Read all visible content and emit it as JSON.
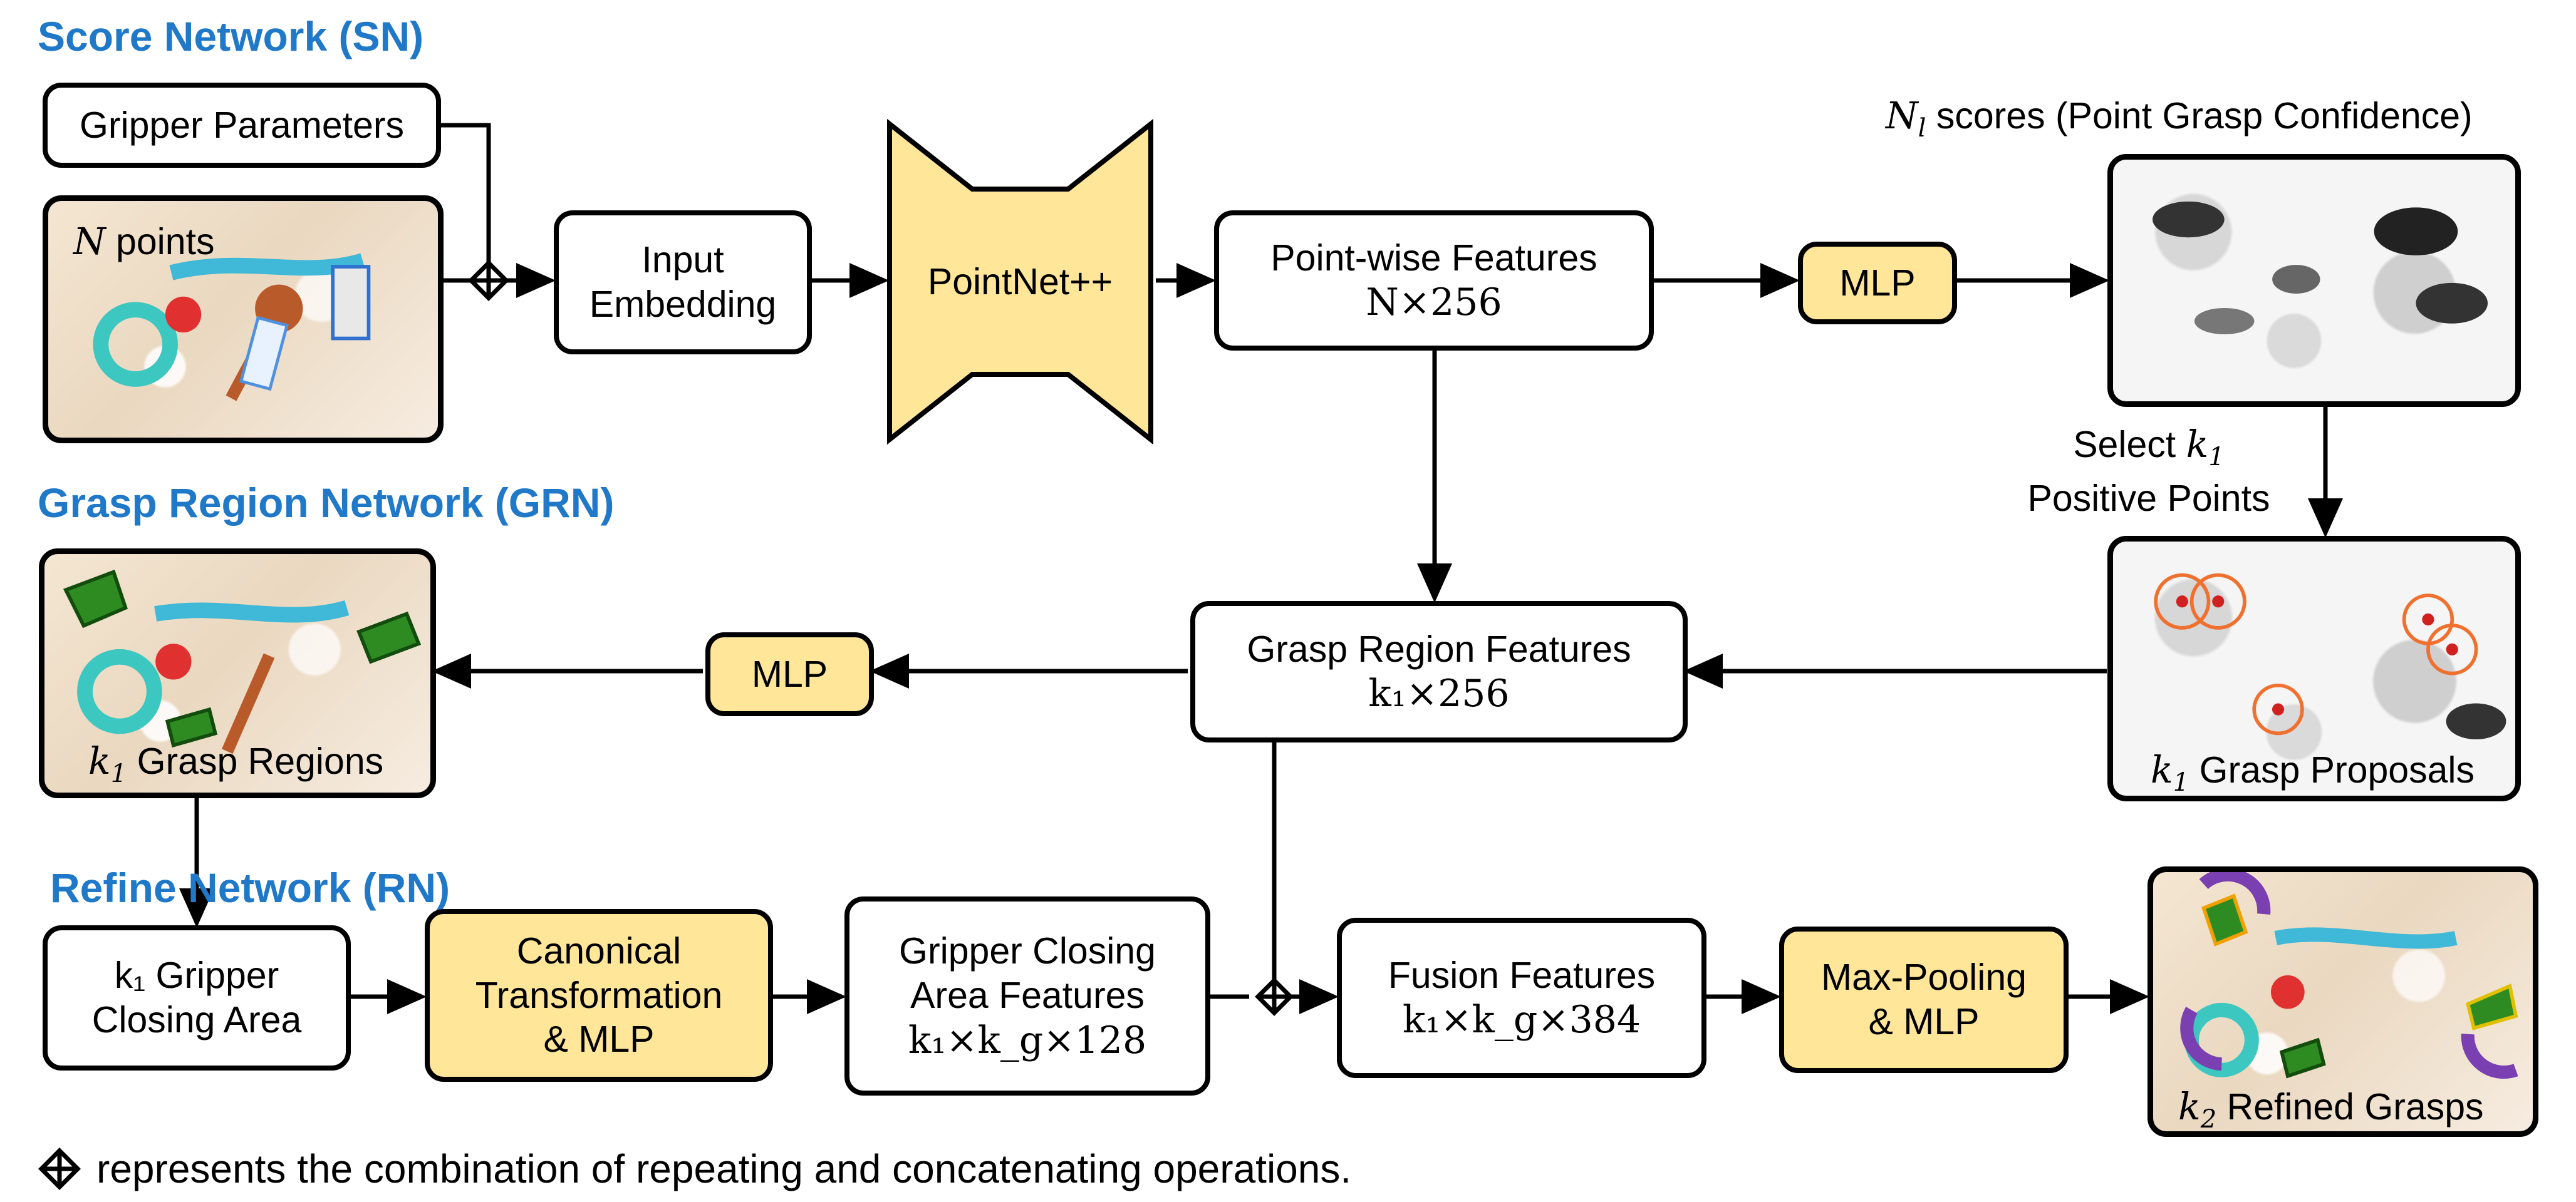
{
  "sections": {
    "sn": "Score Network (SN)",
    "grn": "Grasp Region Network (GRN)",
    "rn": "Refine Network (RN)"
  },
  "sn": {
    "gripper_params": "Gripper Parameters",
    "n_points_var": "N",
    "n_points_text": " points",
    "input_embedding_l1": "Input",
    "input_embedding_l2": "Embedding",
    "pointnet": "PointNet++",
    "pointwise_l1": "Point-wise Features",
    "pointwise_l2": "N×256",
    "mlp": "MLP",
    "scores_var": "N",
    "scores_sub": "l",
    "scores_text": " scores (Point Grasp Confidence)",
    "select_l1": "Select ",
    "select_var": "k",
    "select_sub": "1",
    "select_l2": "Positive Points"
  },
  "grn": {
    "region_features_l1": "Grasp Region Features",
    "region_features_l2": "k₁×256",
    "mlp": "MLP",
    "regions_var": "k",
    "regions_sub": "1",
    "regions_text": " Grasp Regions",
    "proposals_var": "k",
    "proposals_sub": "1",
    "proposals_text": " Grasp Proposals"
  },
  "rn": {
    "closing_area_l1": "k₁ Gripper",
    "closing_area_l2": "Closing Area",
    "canonical_l1": "Canonical",
    "canonical_l2": "Transformation",
    "canonical_l3": "& MLP",
    "closing_features_l1": "Gripper Closing",
    "closing_features_l2": "Area Features",
    "closing_features_l3": "k₁×k_g×128",
    "fusion_l1": "Fusion Features",
    "fusion_l2": "k₁×k_g×384",
    "maxpool_l1": "Max-Pooling",
    "maxpool_l2": "& MLP",
    "refined_var": "k",
    "refined_sub": "2",
    "refined_text": " Refined Grasps"
  },
  "footnote": "represents the combination of repeating and concatenating operations.",
  "icons": {
    "combine": "combine-op-icon"
  },
  "colors": {
    "section_title": "#1f78c8",
    "yellow_box": "#ffe699",
    "pointnet_fill": "#ffe699",
    "grasp_green": "#2e8b22",
    "proposal_orange": "#f07030",
    "refine_purple": "#7a3fb0"
  }
}
